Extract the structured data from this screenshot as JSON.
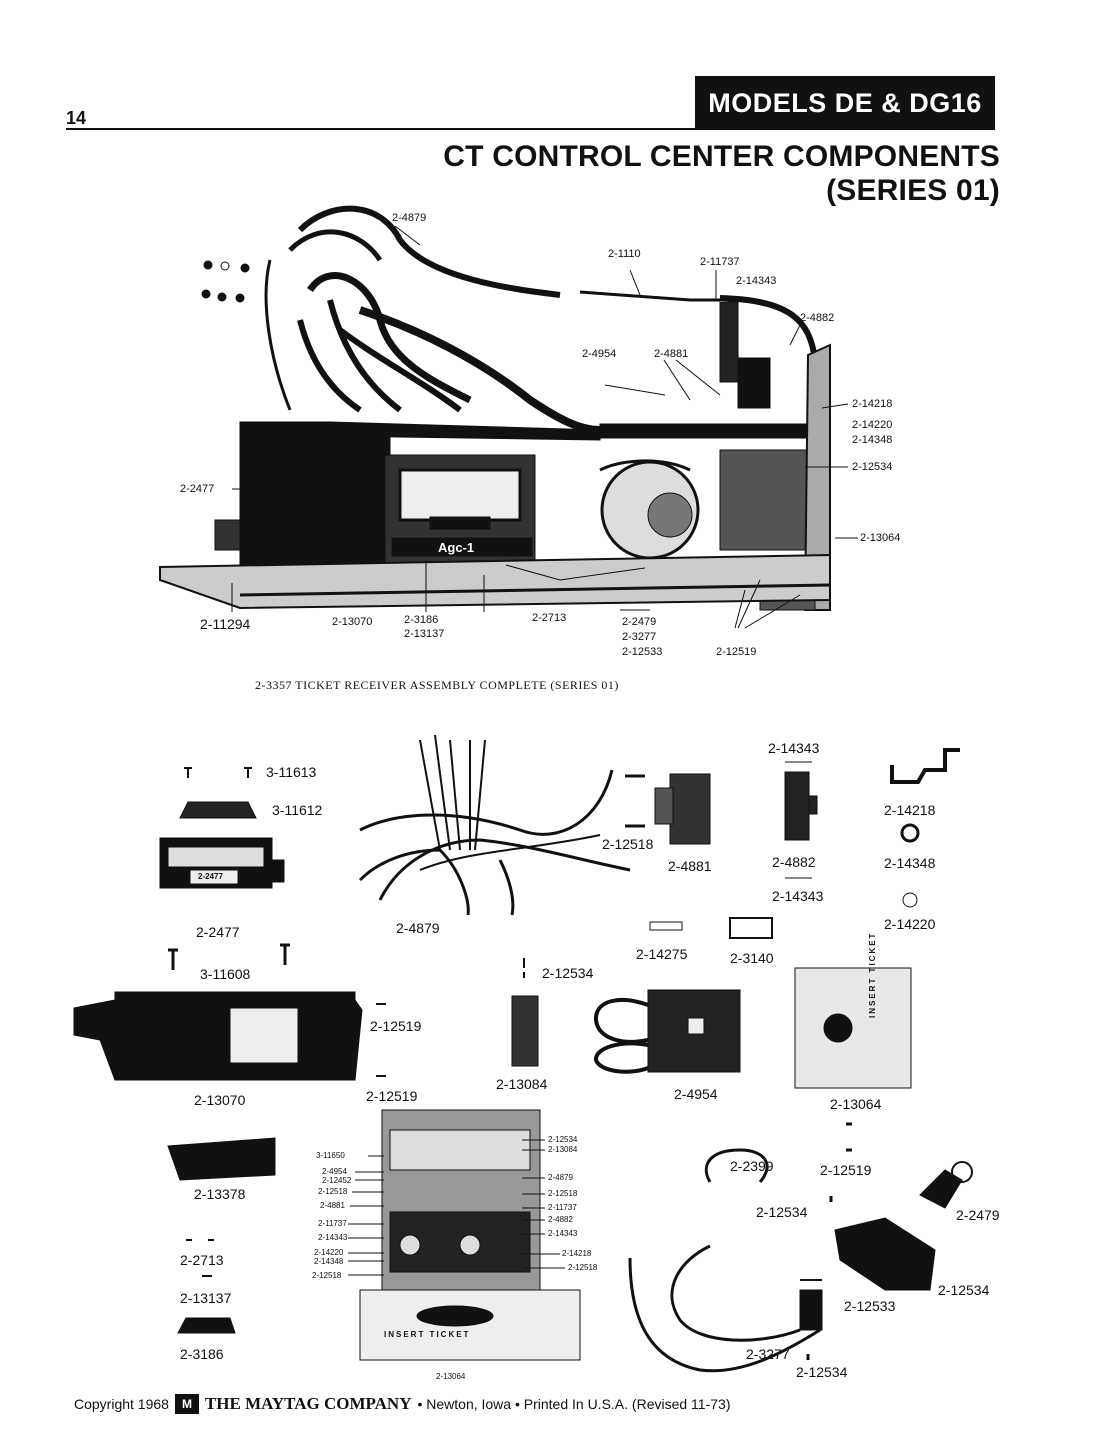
{
  "header": {
    "page_number": "14",
    "model_badge": "MODELS DE & DG16",
    "title": "CT CONTROL CENTER COMPONENTS (SERIES 01)"
  },
  "assembly": {
    "caption": "2-3357   TICKET RECEIVER ASSEMBLY COMPLETE   (SERIES 01)",
    "labels": [
      "2-4879",
      "2-1110",
      "2-11737",
      "2-14343",
      "2-4882",
      "2-4954",
      "2-4881",
      "2-14218",
      "2-14220",
      "2-14348",
      "2-12534",
      "2-2477",
      "2-13064",
      "2-11294",
      "2-13070",
      "2-3186",
      "2-13137",
      "2-2713",
      "2-2479",
      "2-3277",
      "2-12533",
      "2-12519",
      "Agc-1"
    ]
  },
  "parts": {
    "p_3_11613": "3-11613",
    "p_3_11612": "3-11612",
    "p_2_2477_sticker": "2-2477",
    "p_2_2477": "2-2477",
    "p_3_11608": "3-11608",
    "p_2_4879": "2-4879",
    "p_2_12518": "2-12518",
    "p_2_4881": "2-4881",
    "p_2_14343_top": "2-14343",
    "p_2_4882": "2-4882",
    "p_2_14343_bot": "2-14343",
    "p_2_14218": "2-14218",
    "p_2_14348": "2-14348",
    "p_2_14220": "2-14220",
    "p_2_14275": "2-14275",
    "p_2_3140": "2-3140",
    "p_2_12534_a": "2-12534",
    "p_2_12519_a": "2-12519",
    "p_2_13070": "2-13070",
    "p_2_12519_b": "2-12519",
    "p_2_13084": "2-13084",
    "p_2_4954": "2-4954",
    "p_2_13064": "2-13064",
    "p_insert_ticket": "INSERT TICKET",
    "p_2_13378": "2-13378",
    "p_2_2713": "2-2713",
    "p_2_13137": "2-13137",
    "p_2_3186": "2-3186",
    "p_2_2399": "2-2399",
    "p_2_12519_c": "2-12519",
    "p_2_12534_b": "2-12534",
    "p_2_2479": "2-2479",
    "p_2_12533": "2-12533",
    "p_2_12534_c": "2-12534",
    "p_2_3277": "2-3277",
    "p_2_12534_d": "2-12534"
  },
  "inset": {
    "left_labels": [
      "3-11650",
      "2-4954",
      "2-12452",
      "2-12518",
      "2-4881",
      "2-11737",
      "2-14343",
      "2-14220",
      "2-14348",
      "2-12518"
    ],
    "right_labels": [
      "2-12534",
      "2-13084",
      "2-4879",
      "2-12518",
      "2-11737",
      "2-4882",
      "2-14343",
      "2-14218",
      "2-12518"
    ],
    "bottom_label": "2-13064",
    "plate_text": "INSERT   TICKET"
  },
  "footer": {
    "copyright": "Copyright 1968",
    "logo": "M",
    "company": "THE MAYTAG COMPANY",
    "details": "• Newton, Iowa • Printed In U.S.A. (Revised 11-73)"
  }
}
